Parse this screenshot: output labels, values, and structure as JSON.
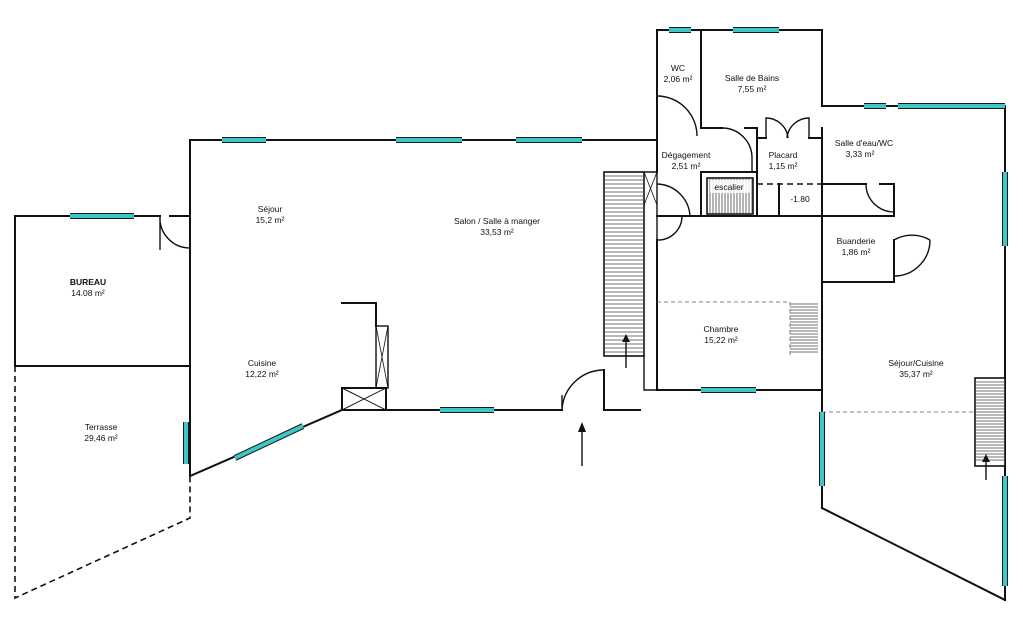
{
  "colors": {
    "window": "#3cc7c9",
    "wall": "#111111",
    "background": "#ffffff"
  },
  "rooms": {
    "bureau": {
      "name": "BUREAU",
      "area": "14.08 m²"
    },
    "terrasse": {
      "name": "Terrasse",
      "area": "29,46 m²"
    },
    "sejour": {
      "name": "Séjour",
      "area": "15,2 m²"
    },
    "cuisine": {
      "name": "Cuisine",
      "area": "12,22 m²"
    },
    "salon": {
      "name": "Salon / Salle à manger",
      "area": "33,53 m²"
    },
    "wc": {
      "name": "WC",
      "area": "2,06 m²"
    },
    "bains": {
      "name": "Salle de Bains",
      "area": "7,55 m²"
    },
    "degagement": {
      "name": "Dégagement",
      "area": "2,51 m²"
    },
    "placard": {
      "name": "Placard",
      "area": "1,15 m²"
    },
    "salle_eau": {
      "name": "Salle d'eau/WC",
      "area": "3,33 m²"
    },
    "buanderie": {
      "name": "Buanderie",
      "area": "1,86 m²"
    },
    "chambre": {
      "name": "Chambre",
      "area": "15,22 m²"
    },
    "sejour_cuisine": {
      "name": "Séjour/Cuisine",
      "area": "35,37 m²"
    }
  },
  "annotations": {
    "escalier": "escalier",
    "level": "-1.80"
  }
}
